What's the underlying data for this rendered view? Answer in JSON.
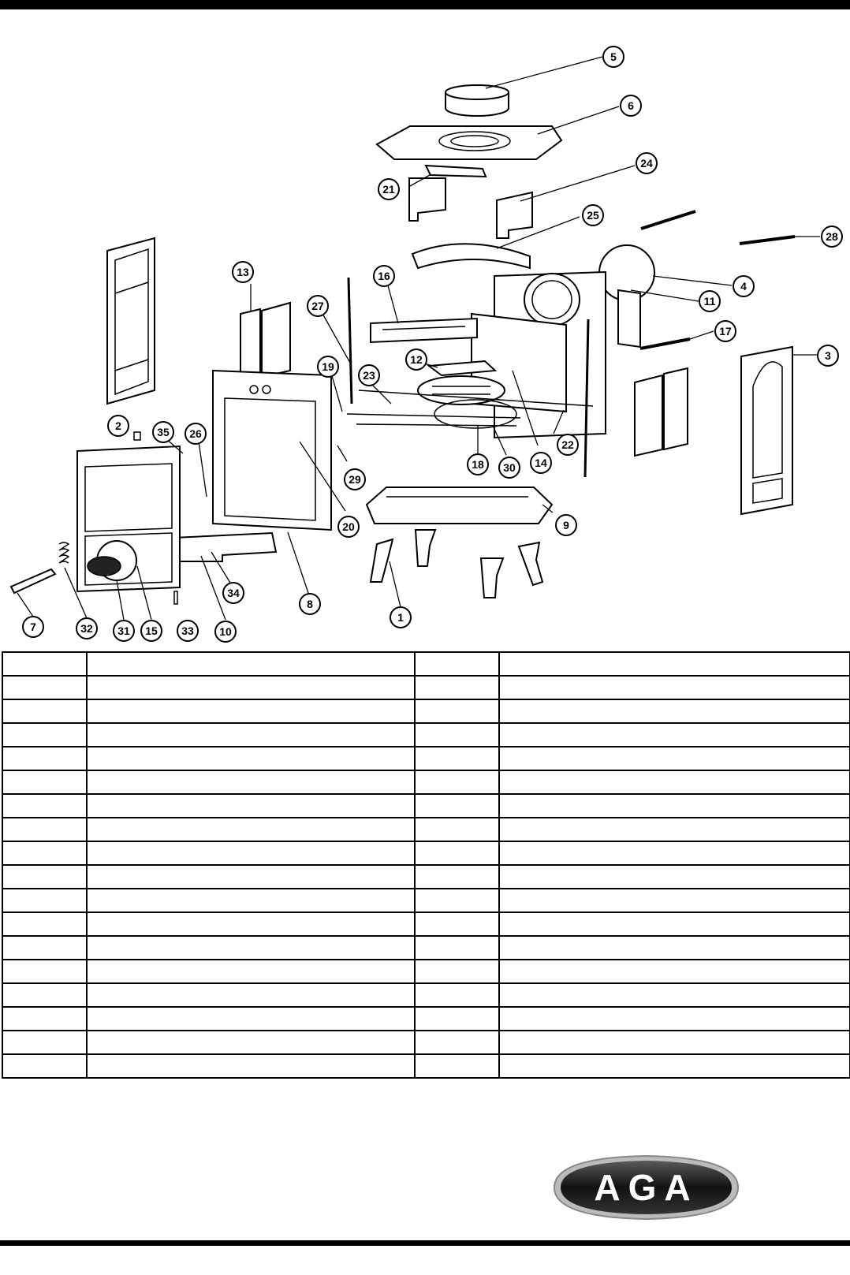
{
  "diagram": {
    "callouts": [
      {
        "id": "5",
        "label": "5"
      },
      {
        "id": "6",
        "label": "6"
      },
      {
        "id": "24",
        "label": "24"
      },
      {
        "id": "21",
        "label": "21"
      },
      {
        "id": "25",
        "label": "25"
      },
      {
        "id": "28",
        "label": "28"
      },
      {
        "id": "4",
        "label": "4"
      },
      {
        "id": "11",
        "label": "11"
      },
      {
        "id": "17",
        "label": "17"
      },
      {
        "id": "3",
        "label": "3"
      },
      {
        "id": "13",
        "label": "13"
      },
      {
        "id": "16",
        "label": "16"
      },
      {
        "id": "27",
        "label": "27"
      },
      {
        "id": "12",
        "label": "12"
      },
      {
        "id": "19",
        "label": "19"
      },
      {
        "id": "23",
        "label": "23"
      },
      {
        "id": "2",
        "label": "2"
      },
      {
        "id": "35",
        "label": "35"
      },
      {
        "id": "26",
        "label": "26"
      },
      {
        "id": "18",
        "label": "18"
      },
      {
        "id": "30",
        "label": "30"
      },
      {
        "id": "14",
        "label": "14"
      },
      {
        "id": "22",
        "label": "22"
      },
      {
        "id": "29",
        "label": "29"
      },
      {
        "id": "20",
        "label": "20"
      },
      {
        "id": "9",
        "label": "9"
      },
      {
        "id": "34",
        "label": "34"
      },
      {
        "id": "8",
        "label": "8"
      },
      {
        "id": "1",
        "label": "1"
      },
      {
        "id": "7",
        "label": "7"
      },
      {
        "id": "32",
        "label": "32"
      },
      {
        "id": "31",
        "label": "31"
      },
      {
        "id": "15",
        "label": "15"
      },
      {
        "id": "33",
        "label": "33"
      },
      {
        "id": "10",
        "label": "10"
      }
    ]
  },
  "table": {
    "rows": [
      [
        "",
        "",
        "",
        ""
      ],
      [
        "",
        "",
        "",
        ""
      ],
      [
        "",
        "",
        "",
        ""
      ],
      [
        "",
        "",
        "",
        ""
      ],
      [
        "",
        "",
        "",
        ""
      ],
      [
        "",
        "",
        "",
        ""
      ],
      [
        "",
        "",
        "",
        ""
      ],
      [
        "",
        "",
        "",
        ""
      ],
      [
        "",
        "",
        "",
        ""
      ],
      [
        "",
        "",
        "",
        ""
      ],
      [
        "",
        "",
        "",
        ""
      ],
      [
        "",
        "",
        "",
        ""
      ],
      [
        "",
        "",
        "",
        ""
      ],
      [
        "",
        "",
        "",
        ""
      ],
      [
        "",
        "",
        "",
        ""
      ],
      [
        "",
        "",
        "",
        ""
      ],
      [
        "",
        "",
        "",
        ""
      ],
      [
        "",
        "",
        "",
        ""
      ]
    ]
  },
  "logo": {
    "text": "AGA"
  }
}
